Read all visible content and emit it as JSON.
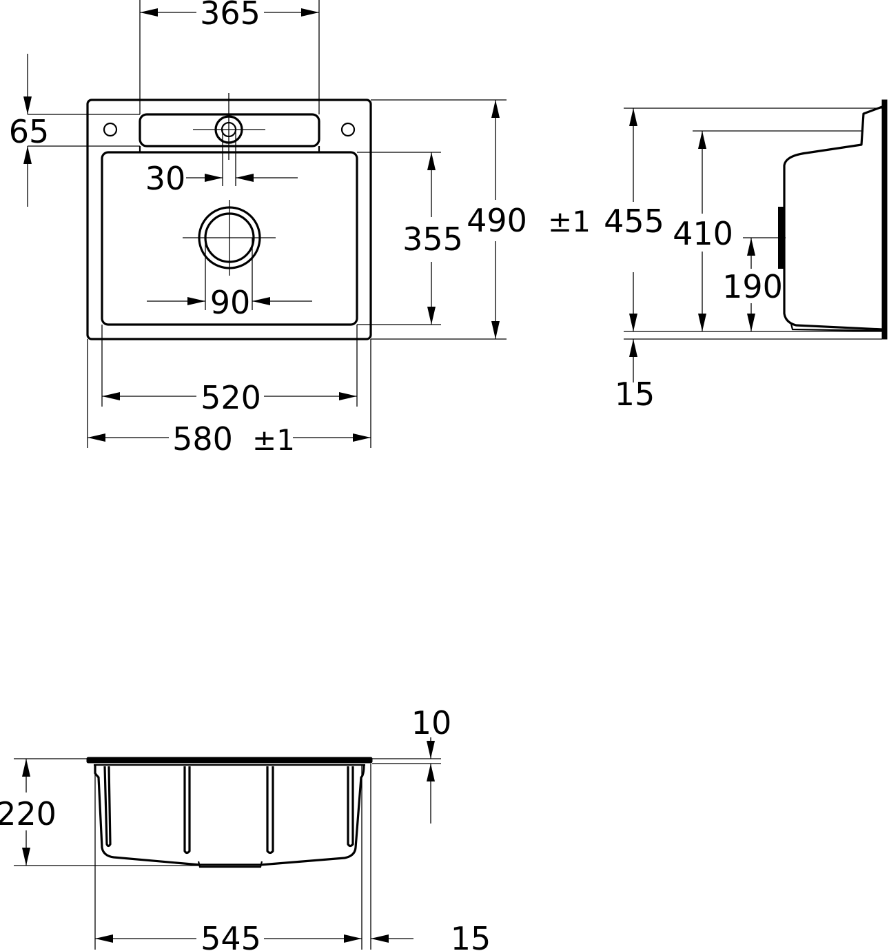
{
  "top_view": {
    "width_outer": "580",
    "width_outer_tol": "±1",
    "width_bowl": "520",
    "depth_outer": "490",
    "depth_outer_tol": "±1",
    "depth_bowl": "355",
    "ledge_width": "365",
    "ledge_depth": "65",
    "tap_hole": "30",
    "drain": "90"
  },
  "side_view": {
    "overall": "455",
    "bowl": "410",
    "overflow": "190",
    "offset": "15"
  },
  "front_view": {
    "height": "220",
    "rim": "10",
    "width": "545",
    "offset": "15"
  }
}
